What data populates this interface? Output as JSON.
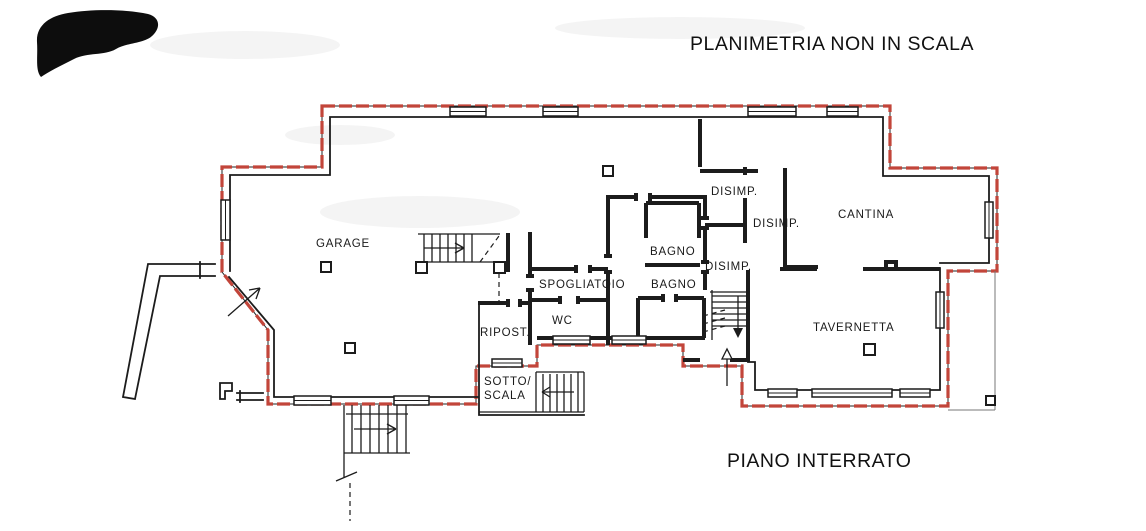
{
  "title": "PLANIMETRIA NON IN SCALA",
  "floor_label": "PIANO INTERRATO",
  "colors": {
    "boundary": "#c2453a",
    "walls": "#1c1c1c"
  },
  "rooms": {
    "garage": "GARAGE",
    "spogliatoio": "SPOGLIATOIO",
    "wc": "WC",
    "ripost": "RIPOST.",
    "sotto_line1": "SOTTO/",
    "sotto_line2": "SCALA",
    "bagno_top": "BAGNO",
    "bagno_bottom": "BAGNO",
    "disimp_top": "DISIMP.",
    "disimp_mid": "DISIMP.",
    "disimp_low": "DISIMP.",
    "cantina": "CANTINA",
    "tavernetta": "TAVERNETTA"
  }
}
